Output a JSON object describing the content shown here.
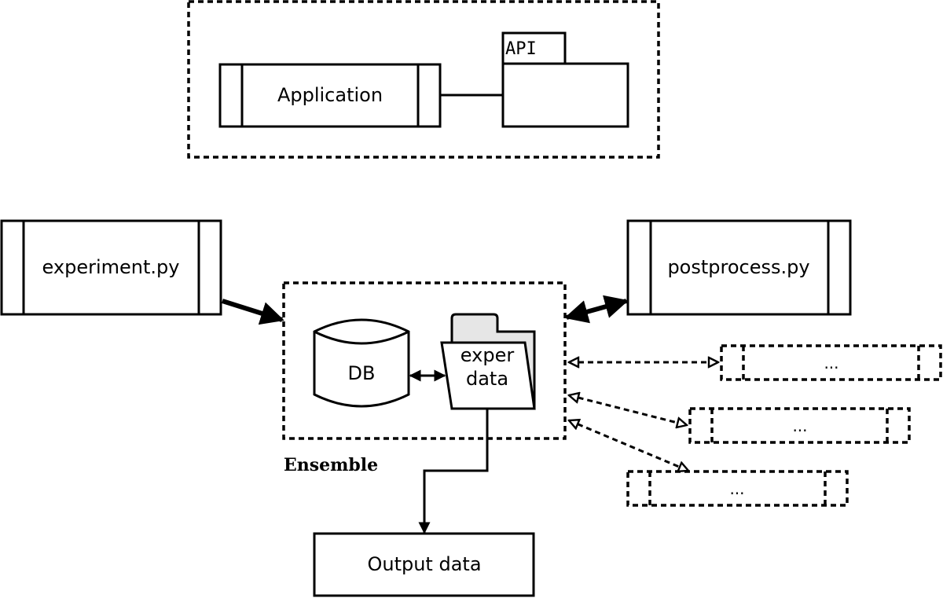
{
  "nodes": {
    "application": "Application",
    "api": "API",
    "experiment": "experiment.py",
    "postprocess": "postprocess.py",
    "db": "DB",
    "exper_data_line1": "exper",
    "exper_data_line2": "data",
    "ensemble": "Ensemble",
    "output": "Output data",
    "placeholder1": "...",
    "placeholder2": "...",
    "placeholder3": "..."
  },
  "colors": {
    "stroke": "#000000",
    "background": "#ffffff",
    "folder_back": "#e6e6e6"
  }
}
